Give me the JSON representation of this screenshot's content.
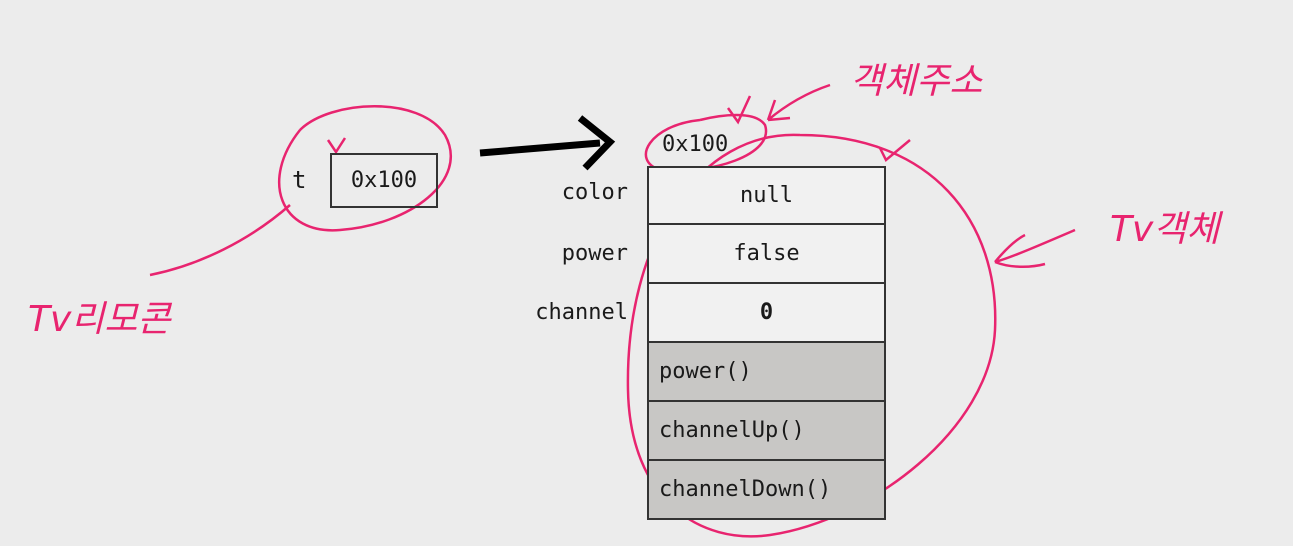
{
  "reference": {
    "name": "t",
    "value": "0x100"
  },
  "object": {
    "address": "0x100",
    "fields": [
      {
        "name": "color",
        "value": "null"
      },
      {
        "name": "power",
        "value": "false"
      },
      {
        "name": "channel",
        "value": "0"
      }
    ],
    "methods": [
      "power()",
      "channelUp()",
      "channelDown()"
    ]
  },
  "annotations": {
    "object_address": "객체주소",
    "tv_object": "Tv객체",
    "tv_remote": "Tv리모콘",
    "color": "#e8246f"
  }
}
